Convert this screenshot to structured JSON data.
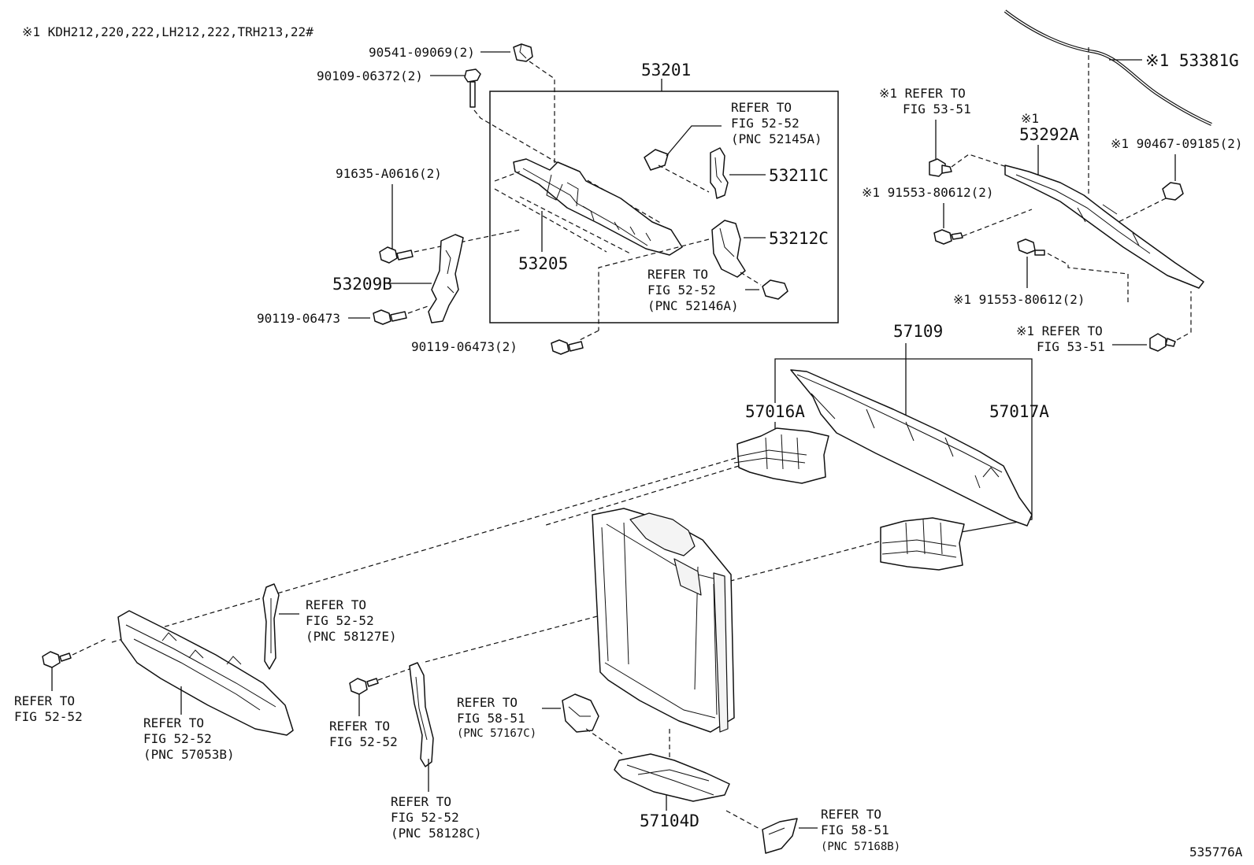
{
  "header": {
    "note": "※1  KDH212,220,222,LH212,222,TRH213,22#"
  },
  "footer": {
    "diagram_id": "535776A"
  },
  "labels": {
    "p90541": "90541-09069(2)",
    "p90109": "90109-06372(2)",
    "p53201": "53201",
    "p91635": "91635-A0616(2)",
    "p53209b": "53209B",
    "p90119a": "90119-06473",
    "p90119b": "90119-06473(2)",
    "p53205": "53205",
    "p53211c": "53211C",
    "p53212c": "53212C",
    "p53381g": "※1 53381G",
    "p53292a_mark": "※1",
    "p53292a": "53292A",
    "p90467": "※1 90467-09185(2)",
    "p91553a": "※1 91553-80612(2)",
    "p91553b": "※1 91553-80612(2)",
    "p57109": "57109",
    "p57016a": "57016A",
    "p57017a": "57017A",
    "p57104d": "57104D"
  },
  "refs": {
    "r_52145a": [
      "REFER TO",
      "FIG 52-52",
      "(PNC 52145A)"
    ],
    "r_52146a": [
      "REFER TO",
      "FIG 52-52",
      "(PNC 52146A)"
    ],
    "r_5351_top": [
      "※1 REFER TO",
      "FIG 53-51"
    ],
    "r_5351_bot": [
      "※1 REFER TO",
      "FIG 53-51"
    ],
    "r_58127e": [
      "REFER TO",
      "FIG 52-52",
      "(PNC 58127E)"
    ],
    "r_5252_left": [
      "REFER TO",
      "FIG 52-52"
    ],
    "r_57053b": [
      "REFER TO",
      "FIG 52-52",
      "(PNC 57053B)"
    ],
    "r_5252_mid": [
      "REFER TO",
      "FIG 52-52"
    ],
    "r_58128c": [
      "REFER TO",
      "FIG 52-52",
      "(PNC 58128C)"
    ],
    "r_57167c": [
      "REFER TO",
      "FIG 58-51",
      "(PNC 57167C)"
    ],
    "r_57168b": [
      "REFER TO",
      "FIG 58-51",
      "(PNC 57168B)"
    ]
  }
}
